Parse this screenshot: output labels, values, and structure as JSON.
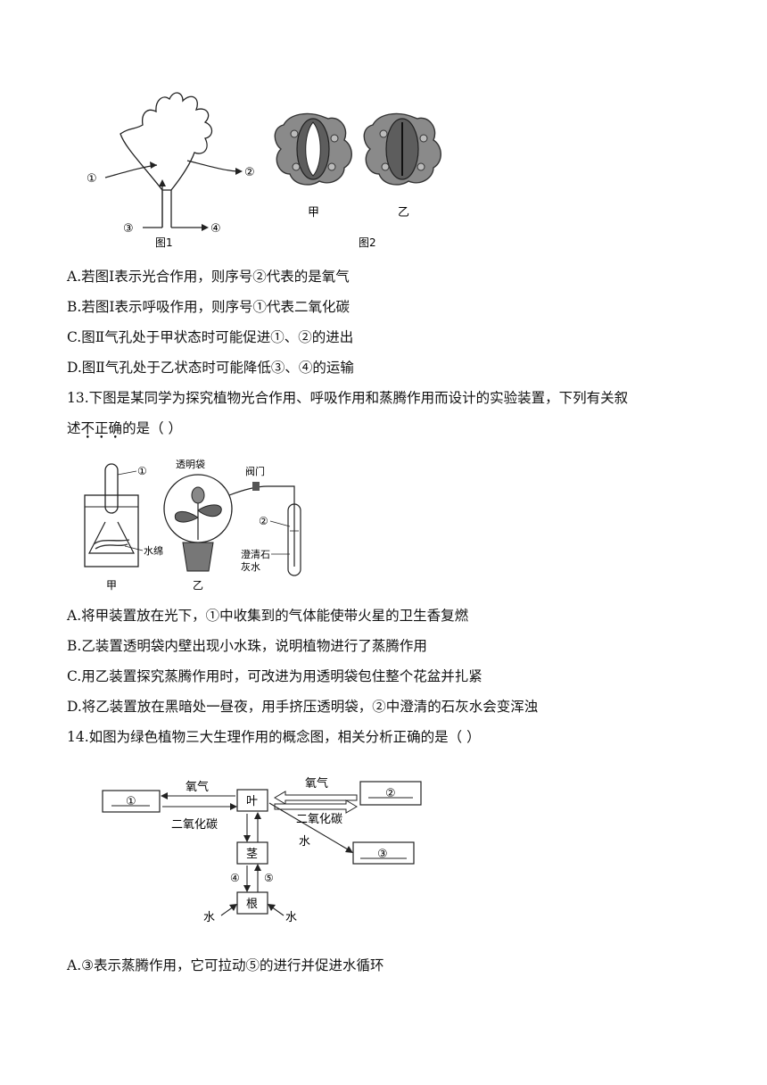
{
  "fig_top": {
    "fig1_caption": "图1",
    "fig2_caption": "图2",
    "mark1": "①",
    "mark2": "②",
    "mark3": "③",
    "mark4": "④",
    "stoma_a": "甲",
    "stoma_b": "乙"
  },
  "q12_options": [
    "A.若图Ⅰ表示光合作用，则序号②代表的是氧气",
    "B.若图Ⅰ表示呼吸作用，则序号①代表二氧化碳",
    "C.图Ⅱ气孔处于甲状态时可能促进①、②的进出",
    "D.图Ⅱ气孔处于乙状态时可能降低③、④的运输"
  ],
  "q13": {
    "line1": "13.下图是某同学为探究植物光合作用、呼吸作用和蒸腾作用而设计的实验装置，下列有关叙",
    "line2_pre": "述",
    "line2_emph": "不正确",
    "line2_post": "的是（    ）",
    "fig": {
      "bag": "透明袋",
      "valve": "阀门",
      "mark1": "①",
      "mark2": "②",
      "cotton": "水绵",
      "limewater_1": "澄清石",
      "limewater_2": "灰水",
      "label_a": "甲",
      "label_b": "乙"
    },
    "options": [
      "A.将甲装置放在光下，①中收集到的气体能使带火星的卫生香复燃",
      "B.乙装置透明袋内壁出现小水珠，说明植物进行了蒸腾作用",
      "C.用乙装置探究蒸腾作用时，可改进为用透明袋包住整个花盆并扎紧",
      "D.将乙装置放在黑暗处一昼夜，用手挤压透明袋，②中澄清的石灰水会变浑浊"
    ]
  },
  "q14": {
    "stem": "14.如图为绿色植物三大生理作用的概念图，相关分析正确的是（    ）",
    "fig": {
      "box1": "①",
      "box2": "②",
      "box3": "③",
      "leaf": "叶",
      "stem": "茎",
      "root": "根",
      "oxygen_left": "氧气",
      "co2_left": "二氧化碳",
      "oxygen_right": "氧气",
      "co2_right": "二氧化碳",
      "water_diag": "水",
      "water_left": "水",
      "water_right": "水",
      "mark4": "④",
      "mark5": "⑤"
    },
    "option_a": "A.③表示蒸腾作用，它可拉动⑤的进行并促进水循环"
  }
}
